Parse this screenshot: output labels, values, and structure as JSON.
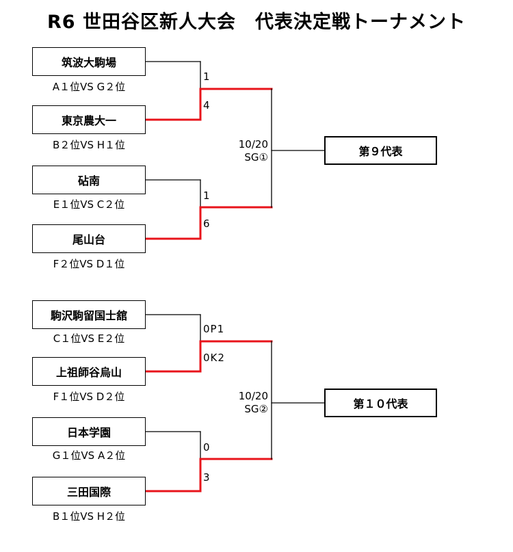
{
  "title": "R6 世田谷区新人大会　代表決定戦トーナメント",
  "blocks": [
    {
      "teams": [
        {
          "name": "筑波大駒場",
          "seed": "A１位VS G２位",
          "score": "1",
          "winner": false
        },
        {
          "name": "東京農大一",
          "seed": "B２位VS H１位",
          "score": "4",
          "winner": true
        },
        {
          "name": "砧南",
          "seed": "E１位VS C２位",
          "score": "1",
          "winner": false
        },
        {
          "name": "尾山台",
          "seed": "F２位VS D１位",
          "score": "6",
          "winner": true
        }
      ],
      "final": {
        "date": "10/20",
        "venue": "SG①"
      },
      "representative": "第９代表"
    },
    {
      "teams": [
        {
          "name": "駒沢駒留国士舘",
          "seed": "C１位VS E２位",
          "score": "0P1",
          "winner": false
        },
        {
          "name": "上祖師谷烏山",
          "seed": "F１位VS D２位",
          "score": "0K2",
          "winner": true
        },
        {
          "name": "日本学園",
          "seed": "G１位VS A２位",
          "score": "0",
          "winner": false
        },
        {
          "name": "三田国際",
          "seed": "B１位VS H２位",
          "score": "3",
          "winner": true
        }
      ],
      "final": {
        "date": "10/20",
        "venue": "SG②"
      },
      "representative": "第１０代表"
    }
  ],
  "colors": {
    "line": "#000000",
    "winner_line": "#e8141b"
  }
}
